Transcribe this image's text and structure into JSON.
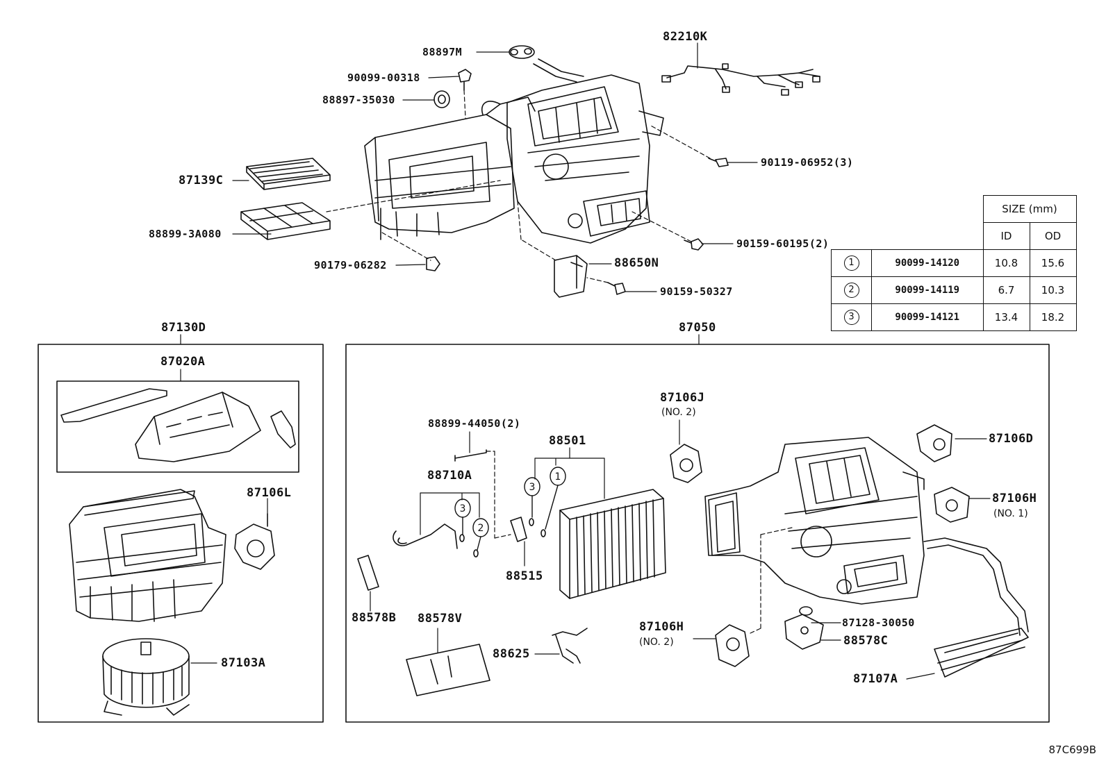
{
  "labels": {
    "l88897M": "88897M",
    "l90099_00318": "90099-00318",
    "l88897_35030": "88897-35030",
    "l82210K": "82210K",
    "l90119_06952": "90119-06952(3)",
    "l87139C": "87139C",
    "l88899_3A080": "88899-3A080",
    "l90159_60195": "90159-60195(2)",
    "l90179_06282": "90179-06282",
    "l88650N": "88650N",
    "l90159_50327": "90159-50327",
    "l87130D": "87130D",
    "l87050": "87050",
    "l87020A": "87020A",
    "l87106L": "87106L",
    "l87103A": "87103A",
    "l87106J": "87106J",
    "l87106J_sub": "(NO. 2)",
    "l88899_44050": "88899-44050(2)",
    "l88501": "88501",
    "l88710A": "88710A",
    "l88515": "88515",
    "l88578B": "88578B",
    "l88578V": "88578V",
    "l88625": "88625",
    "l87106D": "87106D",
    "l87106H_1": "87106H",
    "l87106H_1_sub": "(NO. 1)",
    "l87106H_2": "87106H",
    "l87106H_2_sub": "(NO. 2)",
    "l87128_30050": "87128-30050",
    "l88578C": "88578C",
    "l87107A": "87107A",
    "callout_1": "1",
    "callout_2": "2",
    "callout_3": "3"
  },
  "size_table": {
    "header": "SIZE (mm)",
    "col_id": "ID",
    "col_od": "OD",
    "rows": [
      {
        "num": "1",
        "part": "90099-14120",
        "id": "10.8",
        "od": "15.6"
      },
      {
        "num": "2",
        "part": "90099-14119",
        "id": "6.7",
        "od": "10.3"
      },
      {
        "num": "3",
        "part": "90099-14121",
        "id": "13.4",
        "od": "18.2"
      }
    ]
  },
  "reference_code": "87C699B"
}
